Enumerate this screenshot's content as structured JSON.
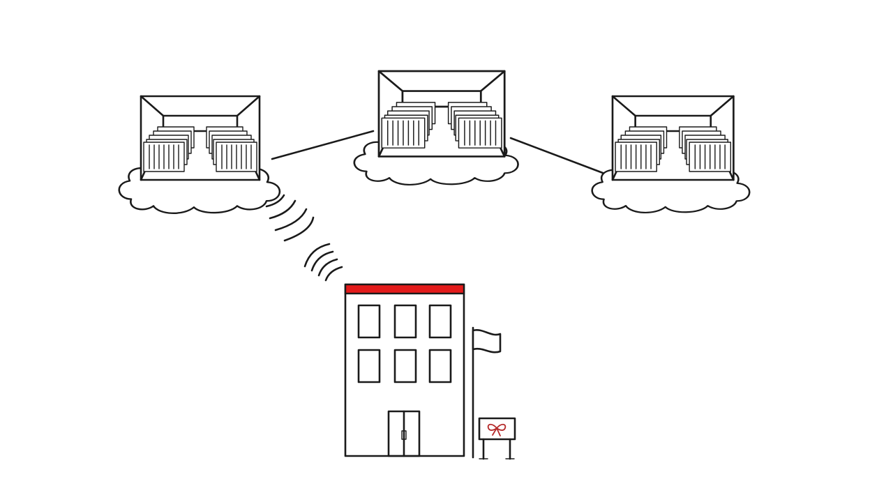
{
  "diagram": {
    "nodes": [
      {
        "id": "datacenter-left",
        "kind": "cloud-data-center"
      },
      {
        "id": "datacenter-center",
        "kind": "cloud-data-center"
      },
      {
        "id": "datacenter-right",
        "kind": "cloud-data-center"
      },
      {
        "id": "office-building",
        "kind": "building-with-flag-and-sign"
      }
    ],
    "edges": [
      {
        "from": "datacenter-left",
        "to": "datacenter-center",
        "style": "line"
      },
      {
        "from": "datacenter-center",
        "to": "datacenter-right",
        "style": "line"
      },
      {
        "from": "office-building",
        "to": "datacenter-left",
        "style": "wireless"
      }
    ],
    "colors": {
      "ink": "#1a1a1a",
      "roof_accent": "#e31b1b",
      "bow": "#b52a2a",
      "background": "#ffffff"
    },
    "icons": [
      "cloud-icon",
      "server-room-icon",
      "wireless-signal-icon",
      "building-icon",
      "flag-icon",
      "gift-bow-sign-icon"
    ]
  }
}
